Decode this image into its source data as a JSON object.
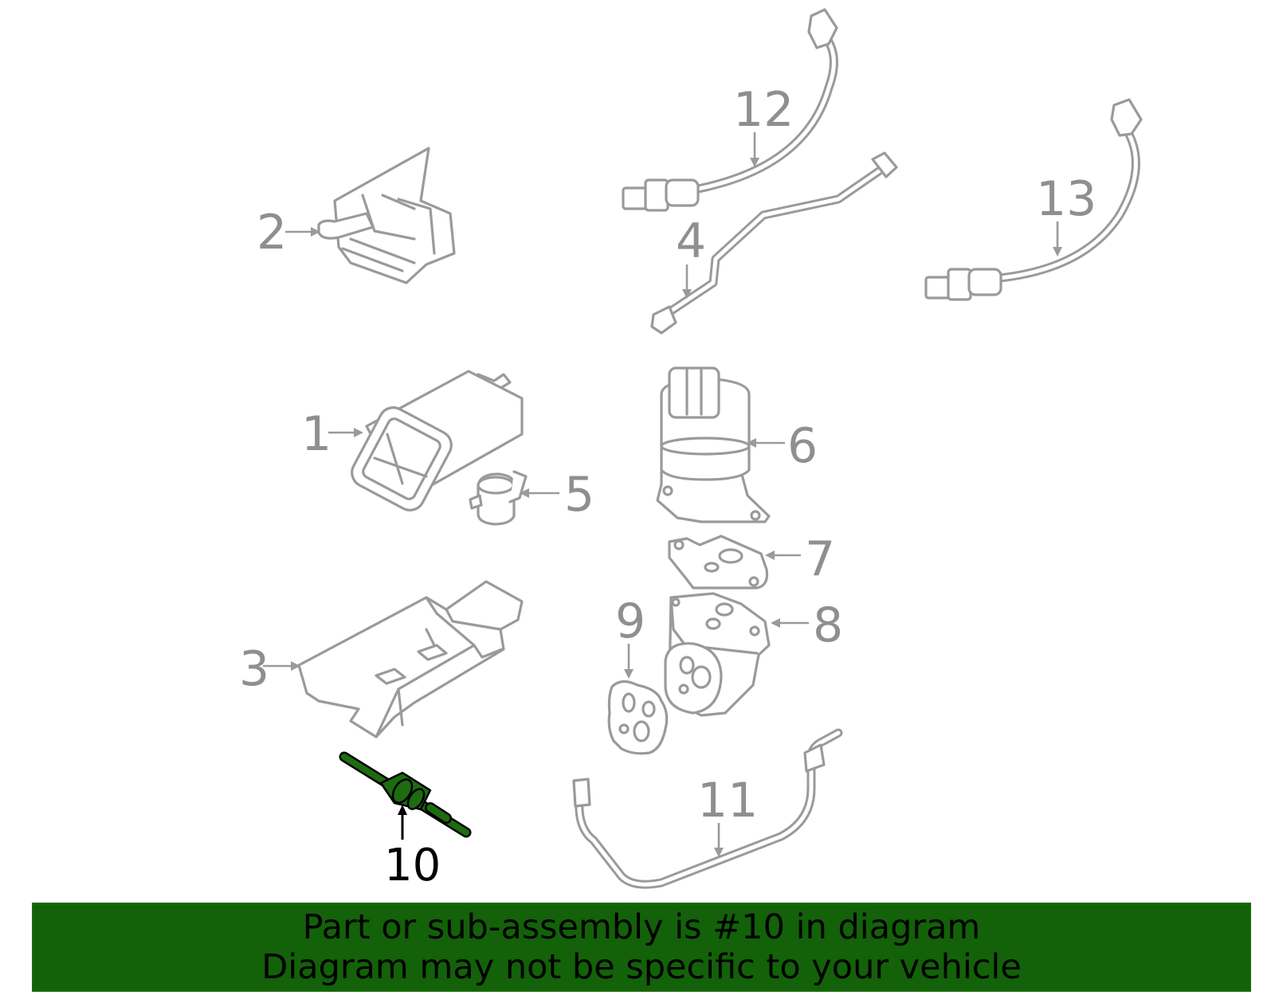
{
  "diagram": {
    "callouts": {
      "c1": "1",
      "c2": "2",
      "c3": "3",
      "c4": "4",
      "c5": "5",
      "c6": "6",
      "c7": "7",
      "c8": "8",
      "c9": "9",
      "c10": "10",
      "c11": "11",
      "c12": "12",
      "c13": "13"
    },
    "highlighted_part": "10",
    "colors": {
      "line": "#9a9a9a",
      "highlight_part": "#1e6b12",
      "banner_bg": "#136109",
      "banner_text": "#000000"
    }
  },
  "banner": {
    "line1": "Part or sub-assembly is #10 in diagram",
    "line2": "Diagram may not be specific to your vehicle"
  }
}
